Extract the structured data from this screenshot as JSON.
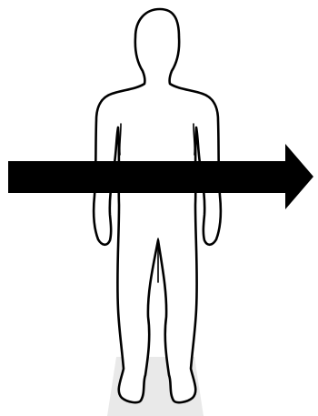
{
  "diagram": {
    "elements": [
      {
        "id": "floor-shadow",
        "icon": "floor-shadow-shape"
      },
      {
        "id": "body",
        "icon": "human-body-outline-icon"
      },
      {
        "id": "arrow",
        "icon": "right-arrow-icon",
        "direction": "right"
      }
    ]
  },
  "colors": {
    "background": "#ffffff",
    "outline": "#000000",
    "body_fill": "#ffffff",
    "arrow": "#000000",
    "floor_shadow": "#e9e9e9"
  }
}
